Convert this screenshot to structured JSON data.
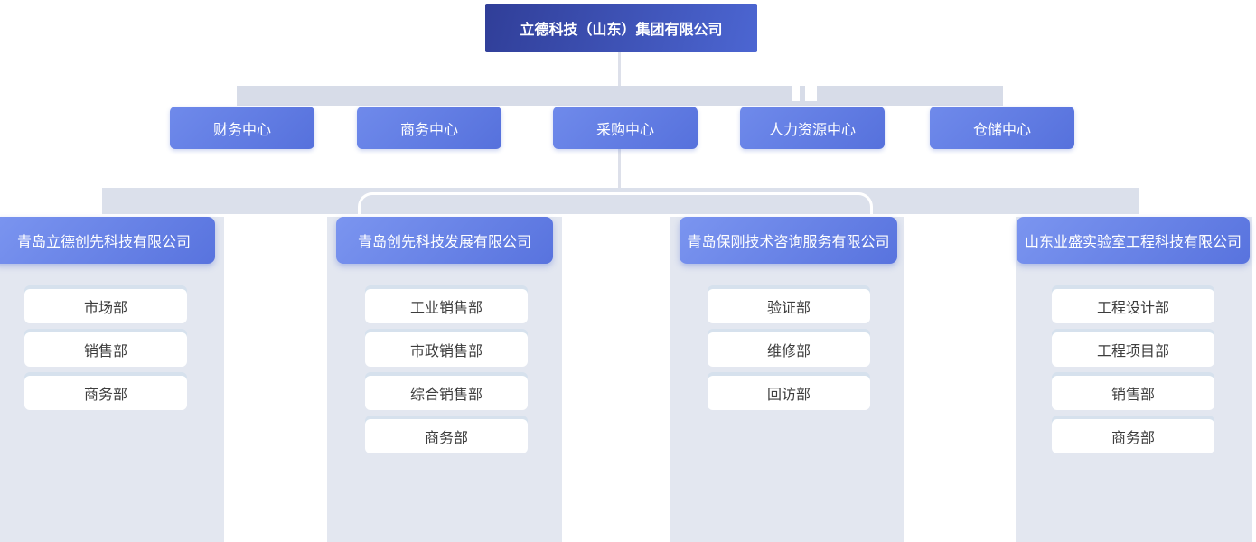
{
  "palette": {
    "root_gradient_start": "#303e98",
    "root_gradient_end": "#4c66d2",
    "node_gradient_start": "#6f8aeb",
    "node_gradient_end": "#5671dc",
    "connector_band_upper": "#d7dce8",
    "connector_band_lower": "#dbe0eb",
    "column_panel": "#e3e7f0",
    "department_bg": "#ffffff",
    "department_text": "#3d3d3d",
    "node_text": "#ffffff"
  },
  "root": {
    "name": "立德科技（山东）集团有限公司"
  },
  "centers": [
    {
      "label": "财务中心"
    },
    {
      "label": "商务中心"
    },
    {
      "label": "采购中心"
    },
    {
      "label": "人力资源中心"
    },
    {
      "label": "仓储中心"
    }
  ],
  "subsidiaries": [
    {
      "name": "青岛立德创先科技有限公司",
      "departments": [
        "市场部",
        "销售部",
        "商务部"
      ]
    },
    {
      "name": "青岛创先科技发展有限公司",
      "departments": [
        "工业销售部",
        "市政销售部",
        "综合销售部",
        "商务部"
      ]
    },
    {
      "name": "青岛保刚技术咨询服务有限公司",
      "departments": [
        "验证部",
        "维修部",
        "回访部"
      ]
    },
    {
      "name": "山东业盛实验室工程科技有限公司",
      "departments": [
        "工程设计部",
        "工程项目部",
        "销售部",
        "商务部"
      ]
    }
  ]
}
